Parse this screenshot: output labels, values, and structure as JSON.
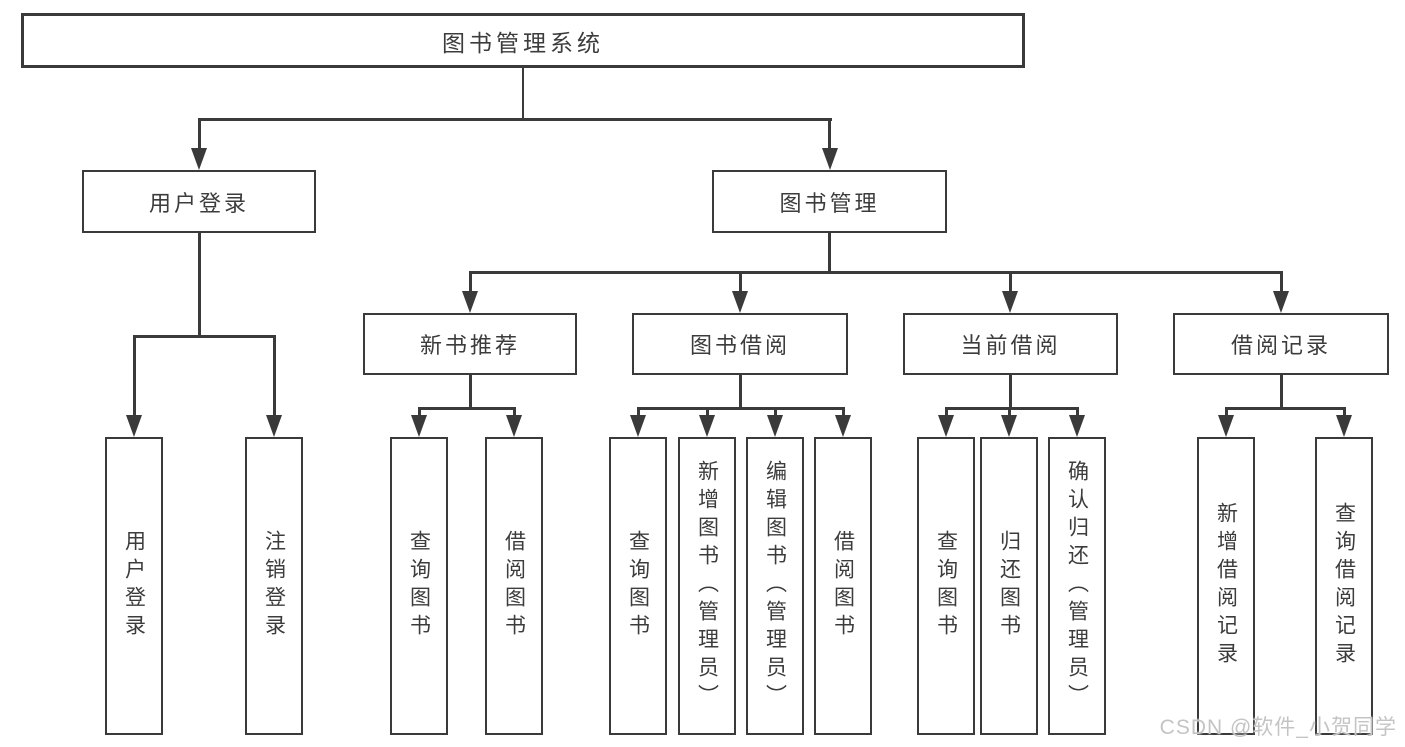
{
  "diagram": {
    "root": {
      "label": "图书管理系统"
    },
    "level2": {
      "user_login": {
        "label": "用户登录"
      },
      "book_mgmt": {
        "label": "图书管理"
      }
    },
    "level3": {
      "new_book": {
        "label": "新书推荐"
      },
      "book_borrow": {
        "label": "图书借阅"
      },
      "current_borrow": {
        "label": "当前借阅"
      },
      "borrow_records": {
        "label": "借阅记录"
      }
    },
    "leaves": {
      "user_login": {
        "login": "用户登录",
        "logout": "注销登录"
      },
      "new_book": {
        "query": "查询图书",
        "borrow": "借阅图书"
      },
      "book_borrow": {
        "query": "查询图书",
        "add": "新增图书（管理员）",
        "edit": "编辑图书（管理员）",
        "borrow": "借阅图书"
      },
      "current_borrow": {
        "query": "查询图书",
        "return": "归还图书",
        "confirm": "确认归还（管理员）"
      },
      "borrow_records": {
        "add": "新增借阅记录",
        "query": "查询借阅记录"
      }
    }
  },
  "watermark": {
    "text": "CSDN @软件_小贺同学"
  },
  "colors": {
    "line": "#3a3a3a",
    "text": "#3c3c3c",
    "background": "#ffffff",
    "watermark": "#c4c4c4"
  }
}
